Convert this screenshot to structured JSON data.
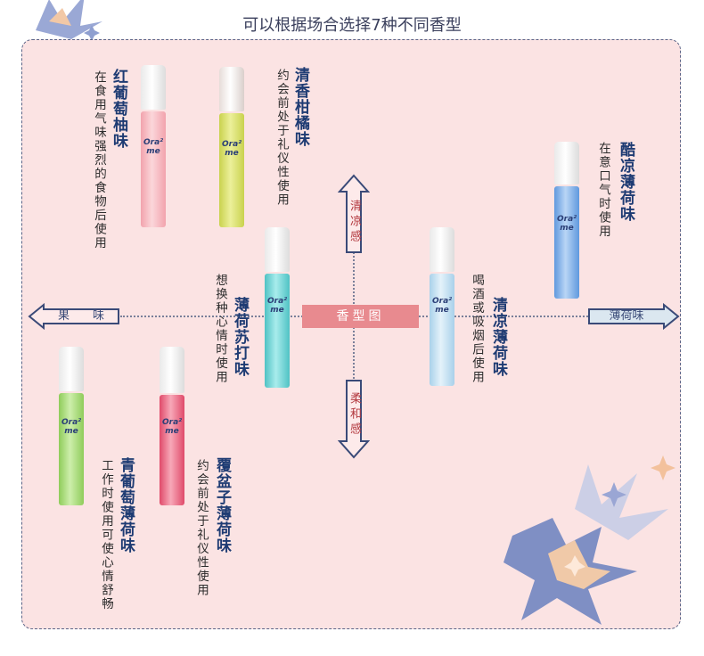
{
  "title": "可以根据场合选择7种不同香型",
  "center_label": "香型图",
  "axis": {
    "top": "清凉感",
    "bottom": "柔和感",
    "left": "果　　味",
    "right": "薄荷味"
  },
  "brand": "Ora² me",
  "products": [
    {
      "name": "红葡萄柚味",
      "desc": "在食用气味强烈的食物后使用",
      "color": "#f4a8b0"
    },
    {
      "name": "清香柑橘味",
      "desc": "约会前处于礼仪性使用",
      "color": "#d8e06a"
    },
    {
      "name": "酷凉薄荷味",
      "desc": "在意口气时使用",
      "color": "#6fa8e6"
    },
    {
      "name": "薄荷苏打味",
      "desc": "想换种心情时使用",
      "color": "#5fcfcf"
    },
    {
      "name": "清凉薄荷味",
      "desc": "喝酒或吸烟后使用",
      "color": "#b7dbef"
    },
    {
      "name": "青葡萄薄荷味",
      "desc": "工作时使用可使心情舒畅",
      "color": "#9ad46a"
    },
    {
      "name": "覆盆子薄荷味",
      "desc": "约会前处于礼仪性使用",
      "color": "#e25a76"
    }
  ]
}
